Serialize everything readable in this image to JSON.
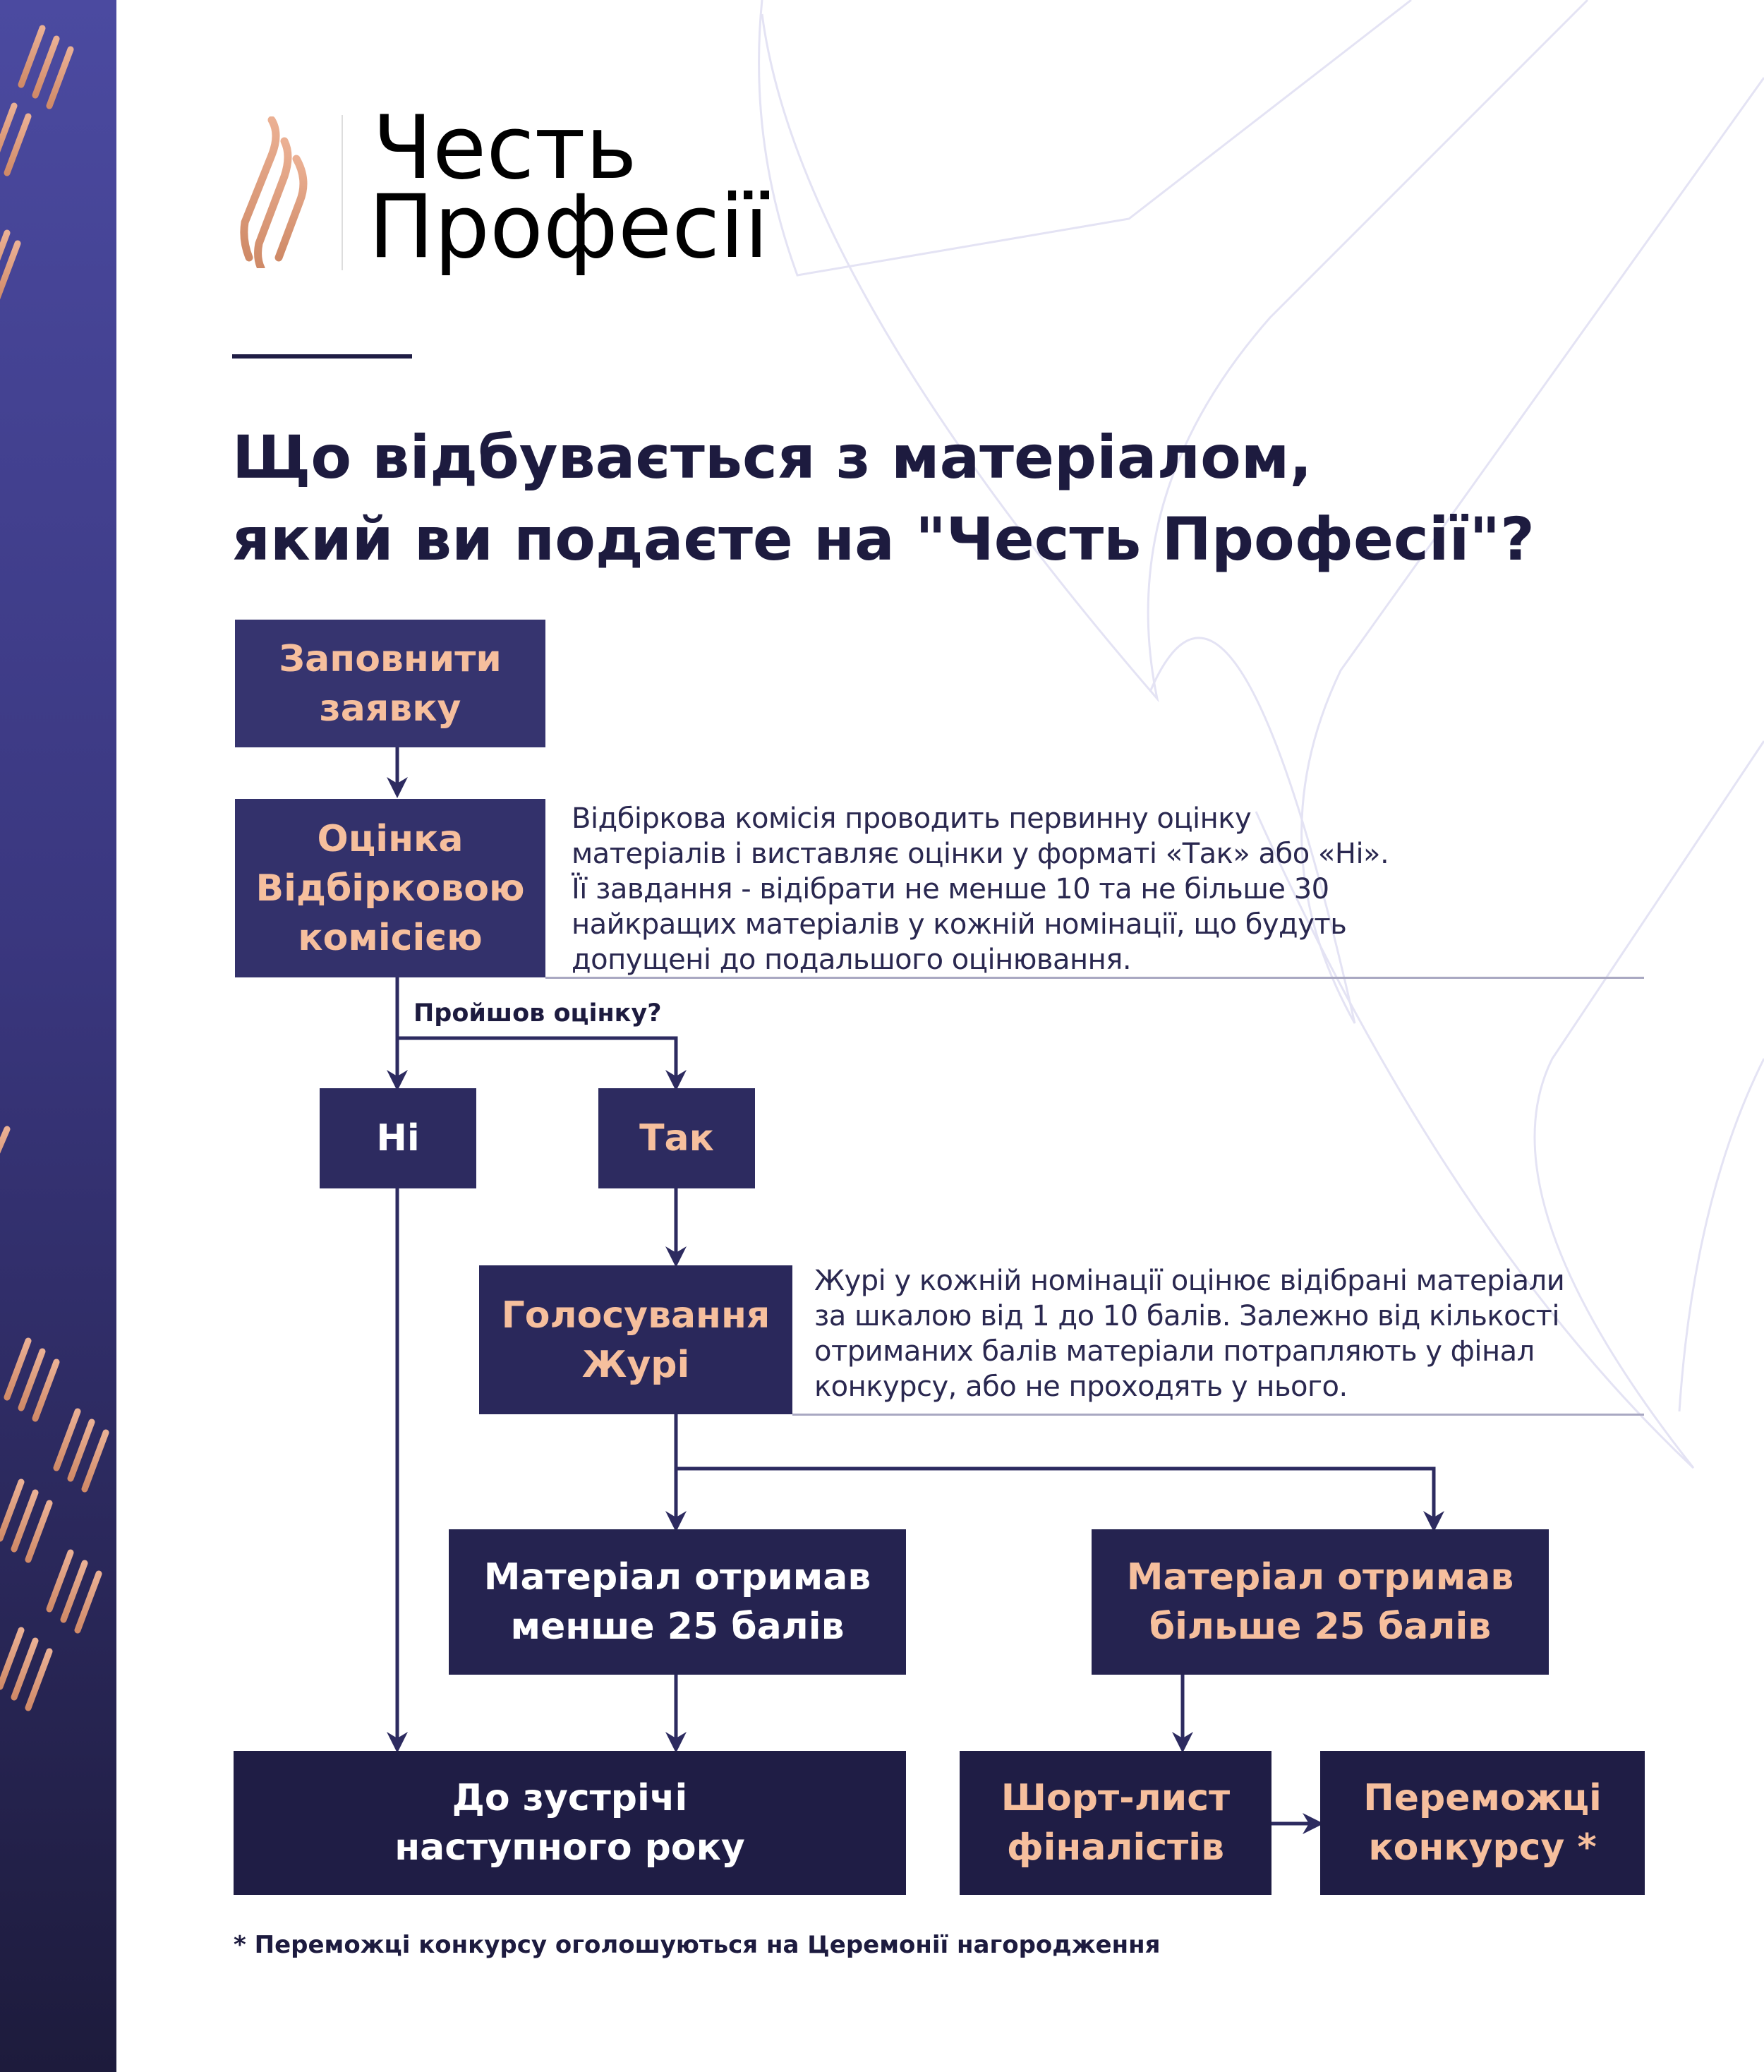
{
  "brand": {
    "line1": "Честь",
    "line2": "Професії"
  },
  "title": {
    "line1": "Що відбувається з матеріалом,",
    "line2": "який ви подаєте на \"Честь Професії\"?"
  },
  "flow": {
    "apply": "Заповнити\nзаявку",
    "committee": "Оцінка\nВідбірковою\nкомісією",
    "committee_desc": "Відбіркова комісія проводить первинну оцінку\nматеріалів і виставляє оцінки у форматі «Так» або «Ні».\nЇї завдання - відібрати не менше 10 та не більше 30\nнайкращих матеріалів у кожній номінації, що будуть\nдопущені до подальшого оцінювання.",
    "question": "Пройшов оцінку?",
    "no": "Ні",
    "yes": "Так",
    "jury": "Голосування\nЖурі",
    "jury_desc": "Журі у кожній номінації оцінює відібрані матеріали\nза шкалою від 1 до 10 балів. Залежно від кількості\nотриманих балів матеріали потрапляють у фінал\nконкурсу, або не проходять у нього.",
    "less": "Матеріал отримав\nменше 25 балів",
    "more": "Матеріал отримав\nбільше 25 балів",
    "next_year": "До зустрічі\nнаступного року",
    "shortlist": "Шорт-лист\nфіналістів",
    "winners": "Переможці\nконкурсу *"
  },
  "footnote": "* Переможці конкурсу оголошуються на Церемонії нагородження",
  "colors": {
    "accent": "#f6bf9d",
    "navy": "#2d2b60",
    "sidebar_top": "#4b4aa0",
    "sidebar_bottom": "#1d1b3c"
  }
}
